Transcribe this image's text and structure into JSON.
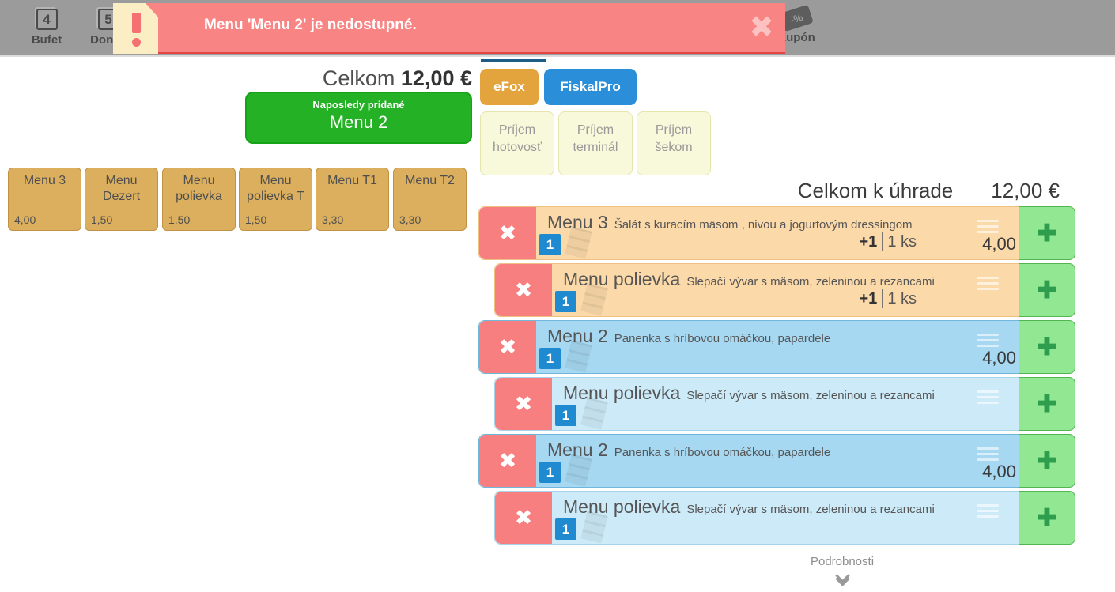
{
  "header": {
    "nav_items": [
      {
        "key": "4",
        "label": "Bufet"
      },
      {
        "key": "5",
        "label": "Donáš"
      }
    ],
    "coupon": {
      "label": "Kupón",
      "icon_text": "-%"
    },
    "notification": {
      "text": "Menu 'Menu 2' je nedostupné."
    }
  },
  "left_panel": {
    "total_label": "Celkom",
    "total_value": "12,00 €",
    "last_added": {
      "caption": "Naposledy pridané",
      "item": "Menu 2"
    },
    "menu_buttons": [
      {
        "label": "Menu 3",
        "price": "4,00"
      },
      {
        "label": "Menu Dezert",
        "price": "1,50"
      },
      {
        "label": "Menu polievka",
        "price": "1,50"
      },
      {
        "label": "Menu polievka T",
        "price": "1,50"
      },
      {
        "label": "Menu T1",
        "price": "3,30"
      },
      {
        "label": "Menu T2",
        "price": "3,30"
      }
    ]
  },
  "right_panel": {
    "payment_buttons": [
      {
        "label": "eFox"
      },
      {
        "label": "FiskalPro"
      }
    ],
    "income_buttons": [
      {
        "label": "Príjem hotovosť"
      },
      {
        "label": "Príjem terminál"
      },
      {
        "label": "Príjem šekom"
      }
    ],
    "total_due_label": "Celkom k úhrade",
    "total_due_value": "12,00 €",
    "items": [
      {
        "name": "Menu 3",
        "desc": "Šalát s kuracím mäsom , nivou a jogurtovým dressingom",
        "qty": "1",
        "delta": "+1",
        "qty_text": "1 ks",
        "price": "4,00"
      },
      {
        "name": "Menu polievka",
        "desc": "Slepačí vývar s mäsom, zeleninou a rezancami",
        "qty": "1",
        "delta": "+1",
        "qty_text": "1 ks"
      },
      {
        "name": "Menu 2",
        "desc": "Panenka s hríbovou omáčkou, papardele",
        "qty": "1",
        "price": "4,00"
      },
      {
        "name": "Menu polievka",
        "desc": "Slepačí vývar s mäsom, zeleninou a rezancami",
        "qty": "1"
      },
      {
        "name": "Menu 2",
        "desc": "Panenka s hríbovou omáčkou, papardele",
        "qty": "1",
        "price": "4,00"
      },
      {
        "name": "Menu polievka",
        "desc": "Slepačí vývar s mäsom, zeleninou a rezancami",
        "qty": "1"
      }
    ],
    "details_label": "Podrobnosti"
  },
  "colors": {
    "topbar": "#9b9b9b",
    "banner_red": "#f98484",
    "banner_flag": "#fbeec5",
    "last_added_green": "#25b125",
    "efox_orange": "#e3a43e",
    "fiskalpro_blue": "#2a8fd8",
    "income_yellow": "#f8f8da",
    "menu_tan": "#dcaf5e",
    "row_orange": "#fbd9a9",
    "row_blue": "#a6d8f2",
    "row_lightblue": "#cdeaf8",
    "delete_red": "#f87f7f",
    "add_green": "#92e892",
    "badge_blue": "#1f8ad0"
  }
}
